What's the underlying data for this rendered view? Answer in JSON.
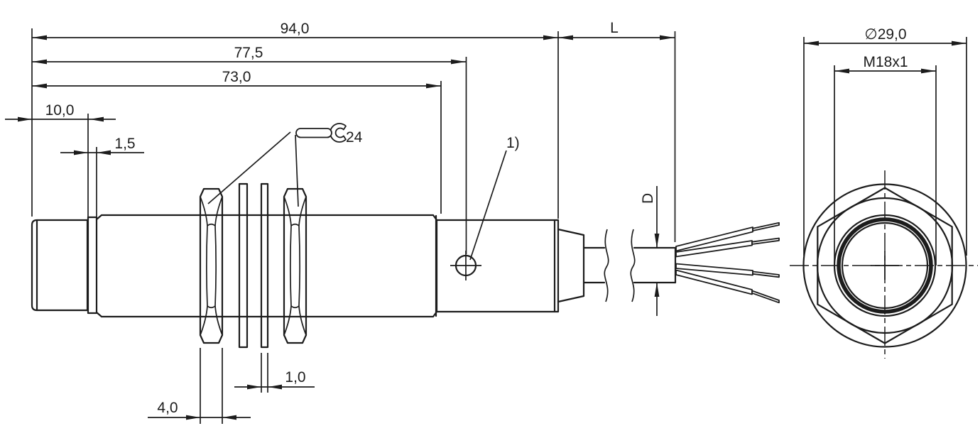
{
  "colors": {
    "background": "#ffffff",
    "line": "#1c1c1c"
  },
  "side_view": {
    "dim_overall_length": "94,0",
    "dim_length_to_led": "77,5",
    "dim_thread_length": "73,0",
    "dim_tip_length": "10,0",
    "dim_groove_width": "1,5",
    "dim_nut_thickness": "4,0",
    "dim_washer_thickness": "1,0",
    "dim_cable_length": "L",
    "dim_cable_diameter": "D",
    "wrench_size": "24",
    "led_callout": "1)"
  },
  "front_view": {
    "dim_outer_diameter": "∅29,0",
    "dim_thread_spec": "M18x1"
  }
}
